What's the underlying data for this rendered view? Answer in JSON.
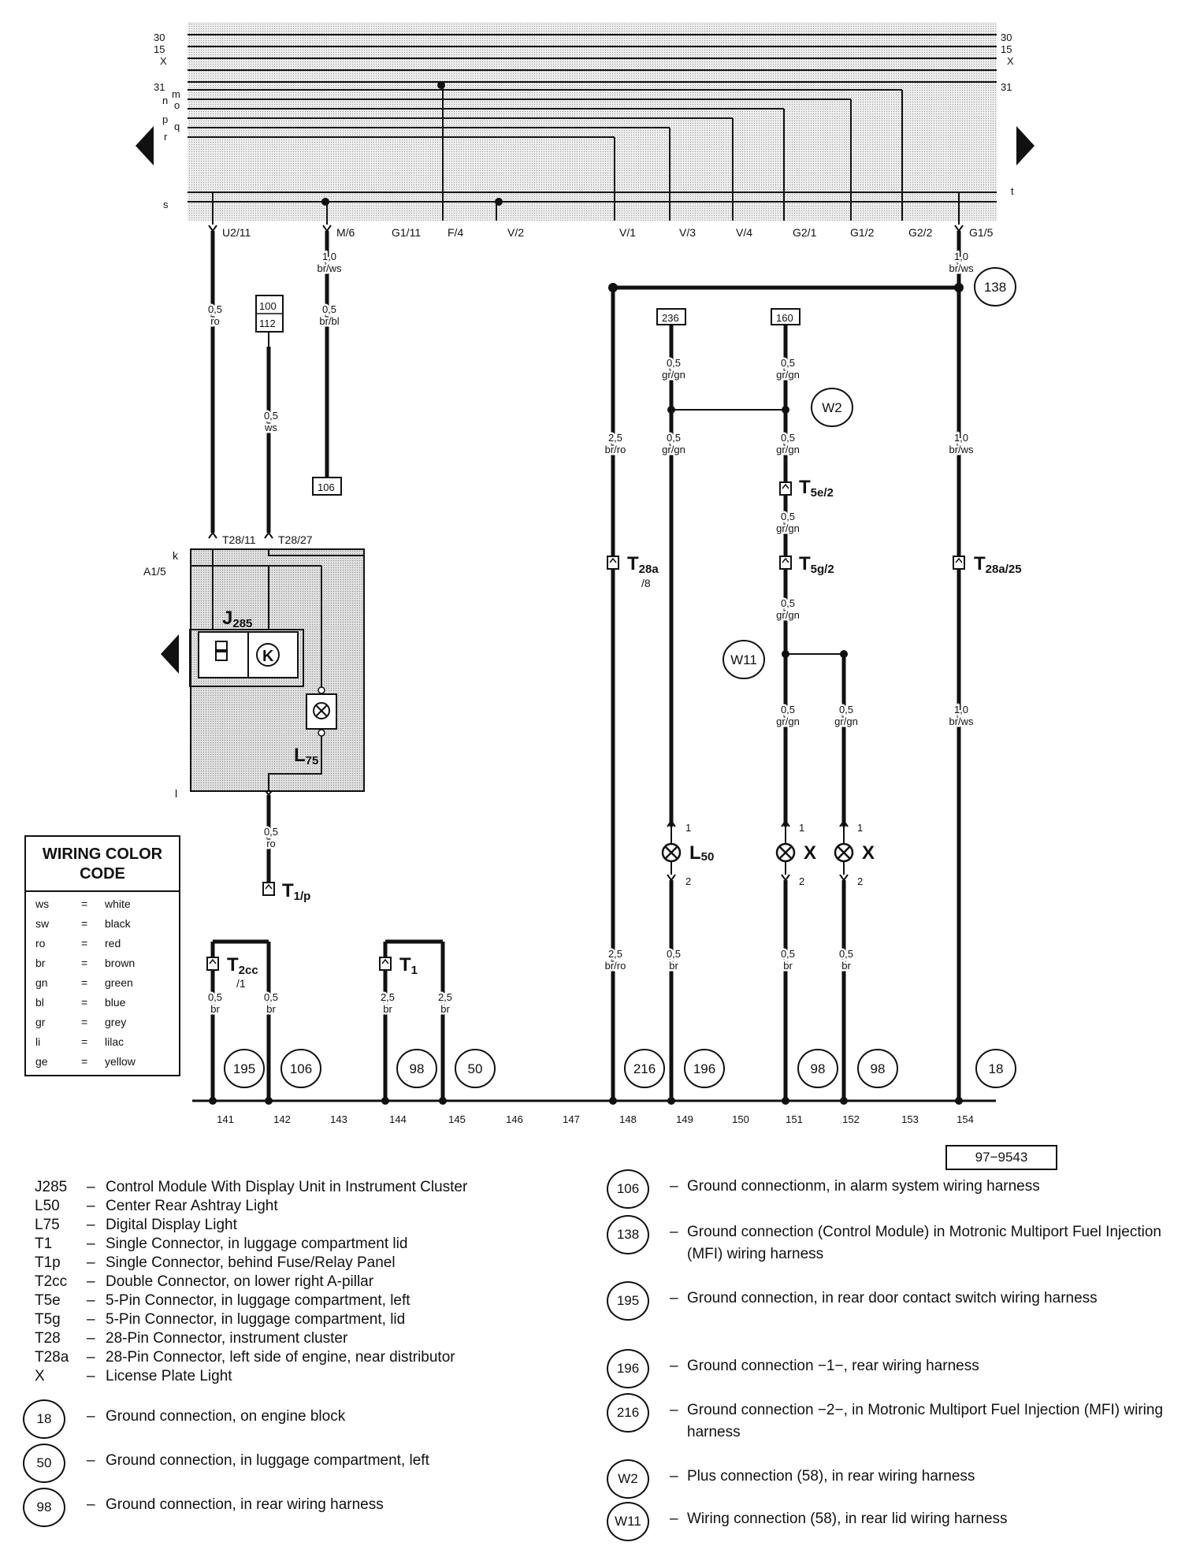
{
  "bus": {
    "left_labels": [
      "30",
      "15",
      "X",
      "31",
      "m",
      "o",
      "n",
      "p",
      "q",
      "r",
      "s"
    ],
    "right_labels": [
      "30",
      "15",
      "X",
      "31",
      "t"
    ],
    "taps": [
      "U2/11",
      "M/6",
      "G1/11",
      "F/4",
      "V/2",
      "V/1",
      "V/3",
      "V/4",
      "G2/1",
      "G1/2",
      "G2/2",
      "G1/5"
    ]
  },
  "wires": {
    "u2": [
      "0,5",
      "ro"
    ],
    "m6_a": [
      "1,0",
      "br/ws"
    ],
    "m6_b": [
      "0,5",
      "br/bl"
    ],
    "t28_27": [
      "0,5",
      "ws"
    ],
    "g15_a": [
      "1,0",
      "br/ws"
    ],
    "g15_b": [
      "1,0",
      "br/ws"
    ],
    "g15_c": [
      "1,0",
      "br/ws"
    ],
    "w148_a": [
      "2,5",
      "br/ro"
    ],
    "w148_b": [
      "2,5",
      "br/ro"
    ],
    "w149_a": [
      "0,5",
      "gr/gn"
    ],
    "w149_b": [
      "0,5",
      "gr/gn"
    ],
    "w149_c": [
      "0,5",
      "br"
    ],
    "w151_a": [
      "0,5",
      "gr/gn"
    ],
    "w151_b": [
      "0,5",
      "gr/gn"
    ],
    "w151_c": [
      "0,5",
      "gr/gn"
    ],
    "w151_d": [
      "0,5",
      "gr/gn"
    ],
    "w151_e": [
      "0,5",
      "gr/gn"
    ],
    "w151_f": [
      "0,5",
      "br"
    ],
    "w152_a": [
      "0,5",
      "gr/gn"
    ],
    "w152_b": [
      "0,5",
      "br"
    ],
    "t1p_wire": [
      "0,5",
      "ro"
    ],
    "w141": [
      "0,5",
      "br"
    ],
    "w142": [
      "0,5",
      "br"
    ],
    "w144": [
      "2,5",
      "br"
    ],
    "w145": [
      "2,5",
      "br"
    ]
  },
  "refs": {
    "r100": "100",
    "r112": "112",
    "r106": "106",
    "r236": "236",
    "r160": "160"
  },
  "components": {
    "j285": "J",
    "j285_sub": "285",
    "l75": "L",
    "l75_sub": "75",
    "l50": "L",
    "l50_sub": "50",
    "x1": "X",
    "x2": "X",
    "t28_11": "T28/11",
    "t28_27": "T28/27",
    "k": "k",
    "a15": "A1/5",
    "l_pin": "l",
    "t28a": "T",
    "t28a_sub": "28a",
    "t28a_tail": "/8",
    "t28a25": "T",
    "t28a25_sub": "28a/25",
    "t5e": "T",
    "t5e_sub": "5e/2",
    "t5g": "T",
    "t5g_sub": "5g/2",
    "t1p": "T",
    "t1p_sub": "1/p",
    "t2cc": "T",
    "t2cc_sub": "2cc",
    "t2cc_tail": "/1",
    "t1": "T",
    "t1_sub": "1",
    "pin1": "1",
    "pin2": "2"
  },
  "ground_circles": [
    "195",
    "106",
    "98",
    "50",
    "216",
    "196",
    "98",
    "98",
    "18",
    "138"
  ],
  "plus_circles": [
    "W2",
    "W11"
  ],
  "tracks": [
    "141",
    "142",
    "143",
    "144",
    "145",
    "146",
    "147",
    "148",
    "149",
    "150",
    "151",
    "152",
    "153",
    "154"
  ],
  "ref_number": "97−9543",
  "wiring_color_code": {
    "title_line1": "WIRING COLOR",
    "title_line2": "CODE",
    "rows": [
      {
        "code": "ws",
        "eq": "=",
        "color": "white"
      },
      {
        "code": "sw",
        "eq": "=",
        "color": "black"
      },
      {
        "code": "ro",
        "eq": "=",
        "color": "red"
      },
      {
        "code": "br",
        "eq": "=",
        "color": "brown"
      },
      {
        "code": "gn",
        "eq": "=",
        "color": "green"
      },
      {
        "code": "bl",
        "eq": "=",
        "color": "blue"
      },
      {
        "code": "gr",
        "eq": "=",
        "color": "grey"
      },
      {
        "code": "li",
        "eq": "=",
        "color": "lilac"
      },
      {
        "code": "ge",
        "eq": "=",
        "color": "yellow"
      }
    ]
  },
  "legend_left": [
    {
      "code": "J285",
      "desc": "Control Module With Display Unit in Instrument Cluster"
    },
    {
      "code": "L50",
      "desc": "Center Rear Ashtray Light"
    },
    {
      "code": "L75",
      "desc": "Digital Display Light"
    },
    {
      "code": "T1",
      "desc": "Single Connector, in luggage compartment lid"
    },
    {
      "code": "T1p",
      "desc": "Single Connector, behind Fuse/Relay Panel"
    },
    {
      "code": "T2cc",
      "desc": "Double Connector, on lower right A-pillar"
    },
    {
      "code": "T5e",
      "desc": "5-Pin Connector, in luggage compartment, left"
    },
    {
      "code": "T5g",
      "desc": "5-Pin Connector, in luggage compartment, lid"
    },
    {
      "code": "T28",
      "desc": "28-Pin Connector, instrument cluster"
    },
    {
      "code": "T28a",
      "desc": "28-Pin Connector, left side of engine, near distributor"
    },
    {
      "code": "X",
      "desc": "License Plate Light"
    }
  ],
  "legend_ground_left": [
    {
      "num": "18",
      "desc": "Ground connection, on engine block"
    },
    {
      "num": "50",
      "desc": "Ground connection, in luggage compartment, left"
    },
    {
      "num": "98",
      "desc": "Ground connection, in rear wiring harness"
    }
  ],
  "legend_ground_right": [
    {
      "num": "106",
      "desc": "Ground connectionm, in alarm system wiring harness"
    },
    {
      "num": "138",
      "desc": "Ground connection (Control Module) in Motronic Multiport Fuel Injection (MFI) wiring harness"
    },
    {
      "num": "195",
      "desc": "Ground connection, in rear door contact switch wiring harness"
    },
    {
      "num": "196",
      "desc": "Ground connection −1−, rear wiring harness"
    },
    {
      "num": "216",
      "desc": "Ground connection −2−, in Motronic Multiport Fuel Injection (MFI) wiring harness"
    },
    {
      "num": "W2",
      "desc": "Plus connection (58), in rear wiring harness"
    },
    {
      "num": "W11",
      "desc": "Wiring connection (58), in rear lid wiring harness"
    }
  ],
  "dash": "–"
}
